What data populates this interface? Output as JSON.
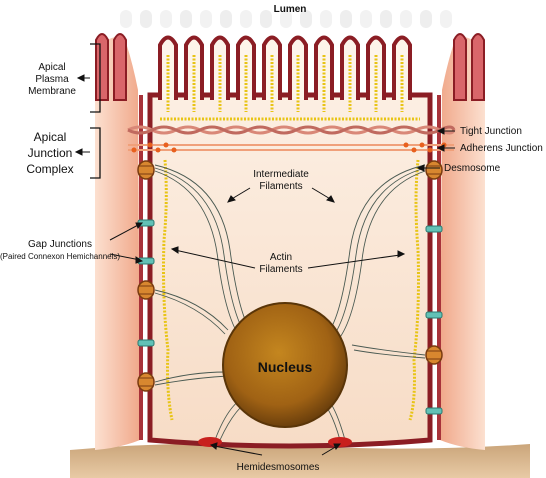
{
  "labels": {
    "lumen": "Lumen",
    "apical_plasma_membrane": [
      "Apical",
      "Plasma",
      "Membrane"
    ],
    "apical_junction_complex": [
      "Apical",
      "Junction",
      "Complex"
    ],
    "tight_junction": "Tight Junction",
    "adherens_junction": "Adherens Junction",
    "desmosome": "Desmosome",
    "intermediate_filaments": [
      "Intermediate",
      "Filaments"
    ],
    "actin_filaments": [
      "Actin",
      "Filaments"
    ],
    "gap_junctions": "Gap Junctions",
    "gap_junctions_sub": "(Paired Connexon Hemichannels)",
    "nucleus": "Nucleus",
    "hemidesmosomes": "Hemidesmosomes"
  },
  "colors": {
    "membrane_dark": "#8b1d24",
    "membrane_mid": "#c9504f",
    "cytoplasm": "#f9e4d2",
    "neighbor_cell": "#f3b496",
    "basement": "#d7b48a",
    "actin": "#e8c415",
    "nucleus": "#a86a1a",
    "gap_junction": "#62c1b6",
    "desmosome": "#d8872f",
    "hemidesmosome": "#c8201d",
    "tight_junction": "#d98878",
    "adherens": "#e8601e"
  },
  "icons": {
    "desmosome": "desmosome-plaque-icon",
    "gap_junction": "gap-junction-icon",
    "hemidesmosome": "hemidesmosome-icon"
  }
}
